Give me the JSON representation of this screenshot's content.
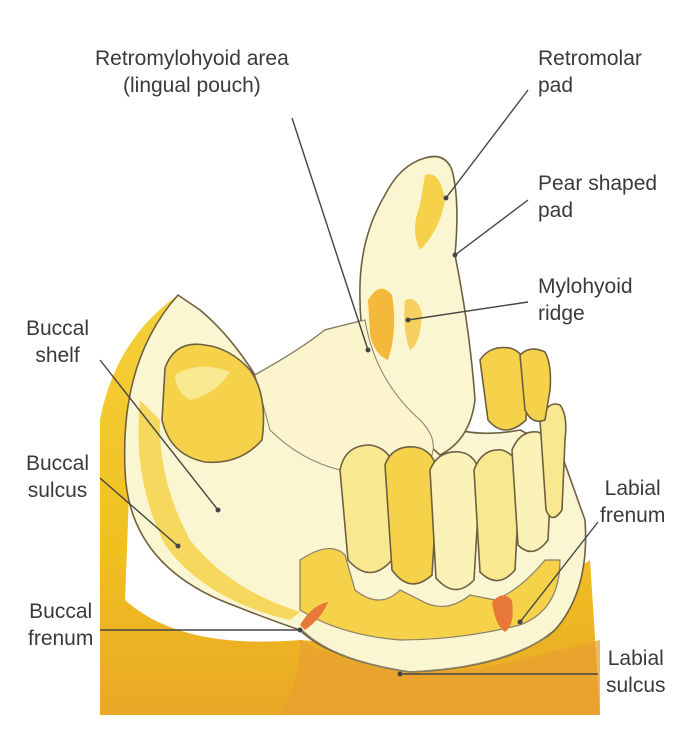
{
  "labels": {
    "retromylohyoid": {
      "line1": "Retromylohyoid area",
      "line2": "(lingual pouch)"
    },
    "retromolar": {
      "line1": "Retromolar",
      "line2": "pad"
    },
    "pear": {
      "line1": "Pear shaped",
      "line2": "pad"
    },
    "mylohyoid": {
      "line1": "Mylohyoid",
      "line2": "ridge"
    },
    "buccal_shelf": {
      "line1": "Buccal",
      "line2": "shelf"
    },
    "buccal_sulcus": {
      "line1": "Buccal",
      "line2": "sulcus"
    },
    "labial_frenum": {
      "line1": "Labial",
      "line2": "frenum"
    },
    "buccal_frenum": {
      "line1": "Buccal",
      "line2": "frenum"
    },
    "labial_sulcus": {
      "line1": "Labial",
      "line2": "sulcus"
    }
  },
  "colors": {
    "base_yellow": "#f2c61f",
    "mucosa_cream": "#fbf6d2",
    "pale_yellow": "#f8e890",
    "tooth_yellow": "#f5d24a",
    "frenum_orange": "#e8783a",
    "outline": "#6e6040",
    "leader": "#444444"
  }
}
